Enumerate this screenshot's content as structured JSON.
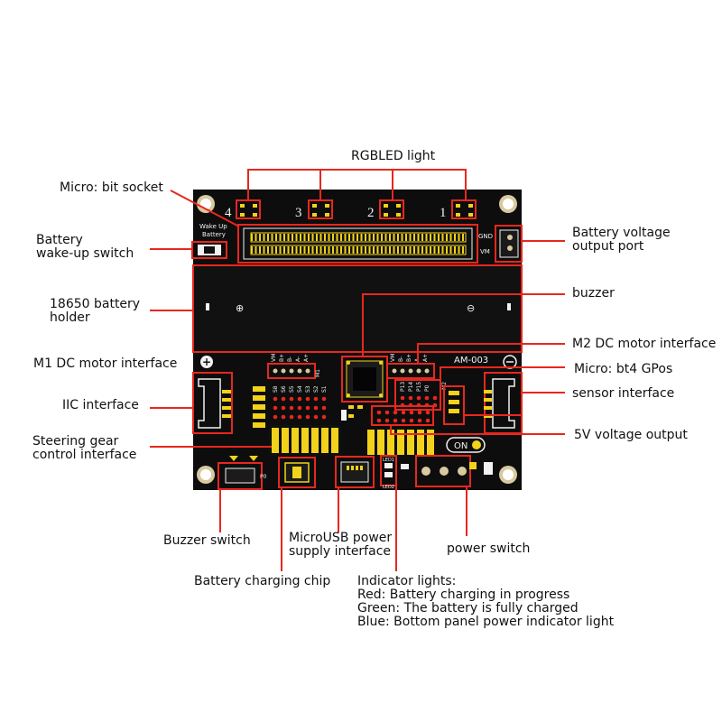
{
  "colors": {
    "annotation": "#e8271e",
    "board": "#0d0d0d",
    "silk": "#f2f2f2",
    "gold": "#f2d21b"
  },
  "labels": {
    "rgb_led": "RGBLED light",
    "microbit_socket": "Micro: bit socket",
    "battery_wakeup": [
      "Battery",
      "wake-up switch"
    ],
    "battery_holder": [
      "18650 battery",
      "holder"
    ],
    "m1_motor": "M1 DC motor interface",
    "iic": "IIC interface",
    "steering_gear": [
      "Steering gear",
      "control interface"
    ],
    "battery_voltage_port": [
      "Battery voltage",
      "output port"
    ],
    "buzzer": "buzzer",
    "m2_motor": "M2 DC motor interface",
    "gpios": "Micro: bt4 GPos",
    "sensor": "sensor interface",
    "v5_output": "5V voltage output",
    "buzzer_switch": "Buzzer switch",
    "microusb": [
      "MicroUSB power",
      "supply interface"
    ],
    "power_switch": "power switch",
    "charging_chip": "Battery charging chip",
    "indicator": [
      "Indicator lights:",
      "Red: Battery charging in progress",
      "Green: The battery is fully charged",
      "Blue: Bottom panel power indicator light"
    ]
  },
  "board_silk": {
    "led_numbers": [
      "4",
      "3",
      "2",
      "1"
    ],
    "wakeup": [
      "Wake Up",
      "Battery"
    ],
    "model": "AM-003",
    "gnd": "GND",
    "vm": "VM",
    "on": "ON",
    "plus": "⊕",
    "minus": "⊖",
    "m1": "M1",
    "m2": "M2",
    "m1_pins": [
      "VM",
      "B+",
      "B-",
      "A-",
      "A+"
    ],
    "m2_pins": [
      "VM",
      "B-",
      "B+",
      "A-",
      "A+"
    ],
    "servo_pins": [
      "S8",
      "S6",
      "S5",
      "S4",
      "S3",
      "S2",
      "S1"
    ],
    "gpio_pins": [
      "P13",
      "P14",
      "P15",
      "P0"
    ],
    "p0": "P0",
    "led_tags": [
      "LED1",
      "LED2"
    ]
  }
}
